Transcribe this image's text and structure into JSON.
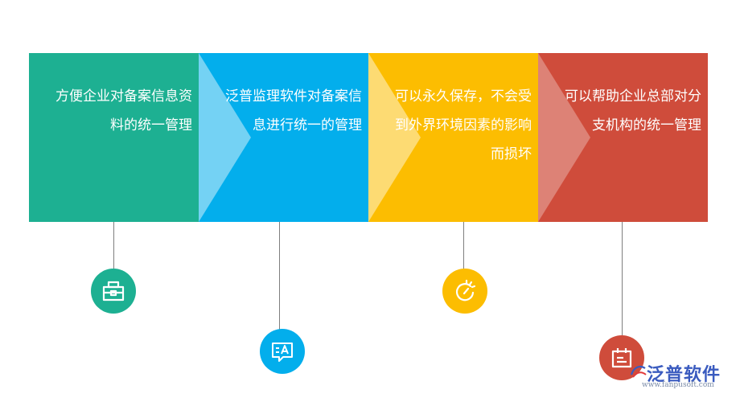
{
  "panels": [
    {
      "text": "方便企业对备案信息资\n料的统一管理",
      "color": "#1db092",
      "icon": "briefcase-icon"
    },
    {
      "text": "泛普监理软件对备案信\n息进行统一的管理",
      "color": "#03aeec",
      "icon": "chat-text-icon"
    },
    {
      "text": "可以永久保存，不会受\n到外界环境因素的影响\n而损坏",
      "color": "#fcbd01",
      "icon": "timer-icon"
    },
    {
      "text": "可以帮助企业总部对分\n支机构的统一管理",
      "color": "#cf4c3b",
      "icon": "calendar-icon"
    }
  ],
  "logo": {
    "name": "泛普软件",
    "url": "www.fanpusoft.com"
  }
}
